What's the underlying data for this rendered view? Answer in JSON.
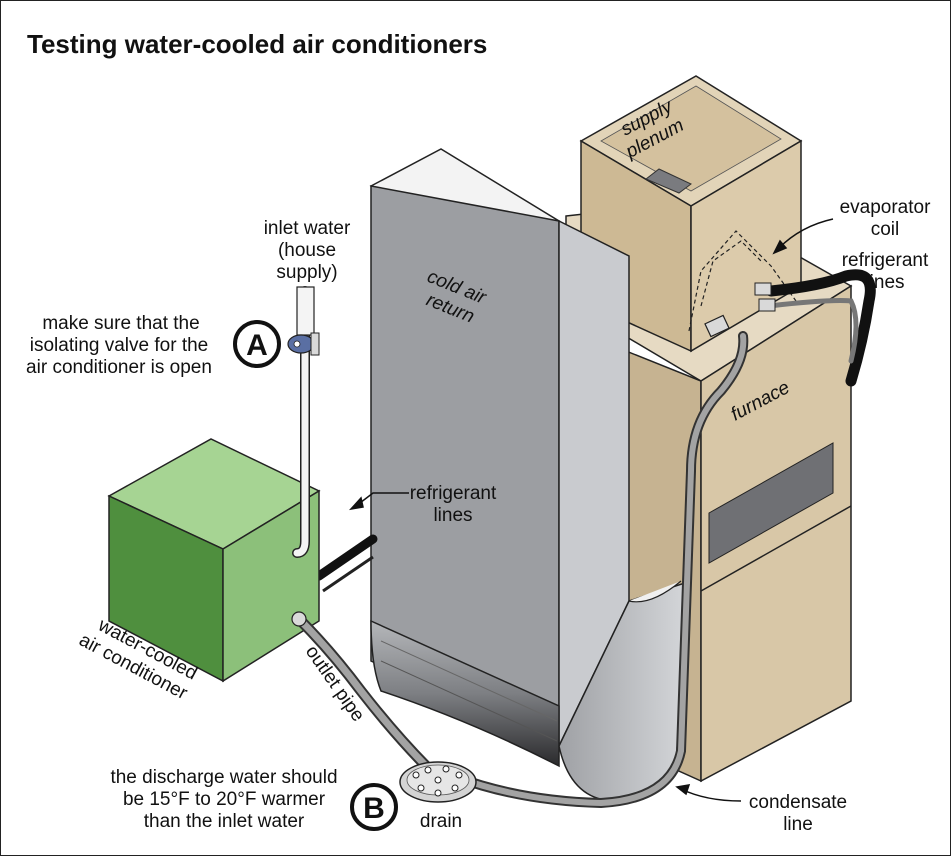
{
  "title": "Testing water-cooled air conditioners",
  "labels": {
    "inlet_water": [
      "inlet water",
      "(house",
      "supply)"
    ],
    "note_a": [
      "make sure that the",
      "isolating valve for the",
      "air conditioner is open"
    ],
    "note_b": [
      "the discharge water should",
      "be 15°F to 20°F warmer",
      "than the inlet water"
    ],
    "supply_plenum": [
      "supply",
      "plenum"
    ],
    "cold_air_return": [
      "cold air",
      "return"
    ],
    "evaporator_coil": [
      "evaporator",
      "coil"
    ],
    "refrigerant_lines_right": [
      "refrigerant",
      "lines"
    ],
    "refrigerant_lines_mid": [
      "refrigerant",
      "lines"
    ],
    "furnace": "furnace",
    "water_cooled_ac": [
      "water-cooled",
      "air conditioner"
    ],
    "outlet_pipe": "outlet pipe",
    "drain": "drain",
    "condensate_line": [
      "condensate",
      "line"
    ]
  },
  "badges": {
    "a": "A",
    "b": "B"
  },
  "colors": {
    "ac_front": "#8cc07a",
    "ac_side": "#4f8f3e",
    "ac_top": "#a6d493",
    "duct_front": "#9c9ea2",
    "duct_side": "#c9cbcf",
    "furnace_front": "#d8c7a7",
    "furnace_side": "#c6b391",
    "furnace_top": "#e6dac3",
    "panel": "#6f7074",
    "pipe": "#9a9a9a"
  }
}
